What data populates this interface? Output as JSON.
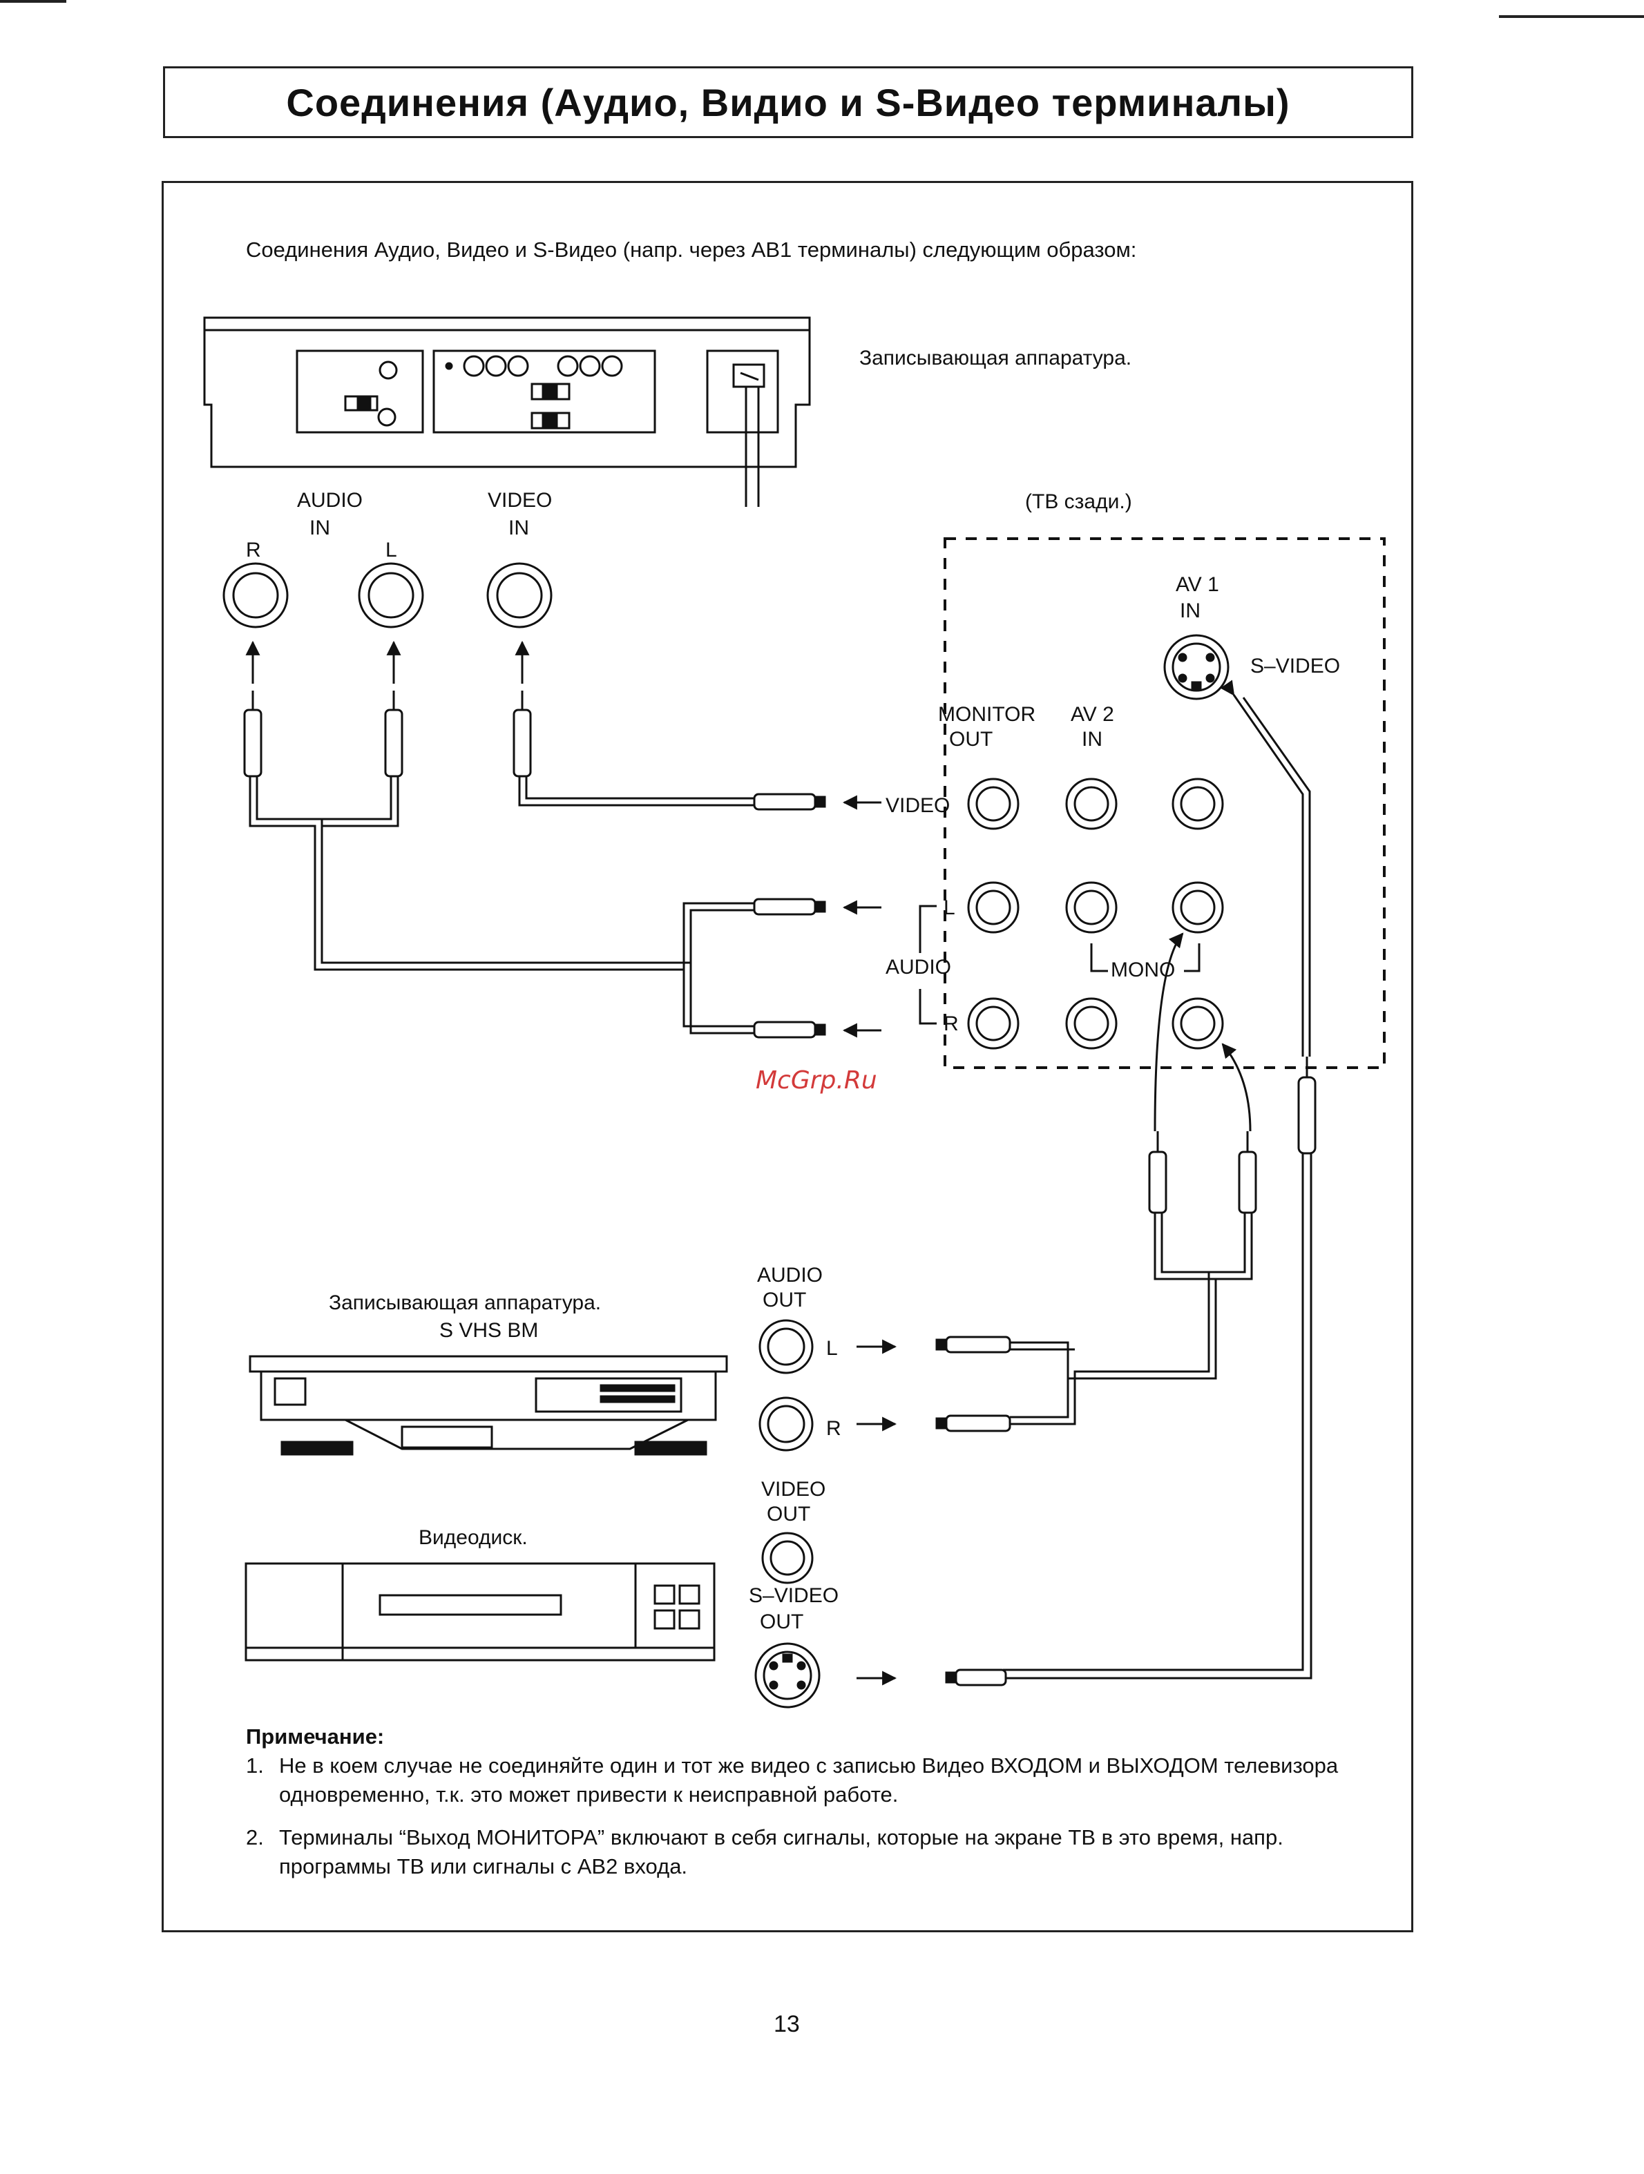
{
  "title": "Соединения (Аудио, Видио и S-Видео терминалы)",
  "intro": "Соединения Аудио, Видео и S-Видео (напр. через АВ1 терминалы) следующим образом:",
  "devices": {
    "recorder_top": "Записывающая аппаратура.",
    "recorder_vhs_line1": "Записывающая аппаратура.",
    "recorder_vhs_line2": "S VHS ВМ",
    "videodisc": "Видеодиск."
  },
  "recorder_inputs": {
    "audio_line1": "AUDIO",
    "audio_line2": "IN",
    "video_line1": "VIDEO",
    "video_line2": "IN",
    "r": "R",
    "l": "L"
  },
  "tv": {
    "rear": "(ТВ сзади.)",
    "av1_line1": "AV 1",
    "av1_line2": "IN",
    "svideo": "S–VIDEO",
    "monitor_line1": "MONITOR",
    "monitor_line2": "OUT",
    "av2_line1": "AV 2",
    "av2_line2": "IN",
    "video": "VIDEO",
    "l": "L",
    "audio": "AUDIO",
    "r": "R",
    "mono": "MONO"
  },
  "sources": {
    "audio_out_line1": "AUDIO",
    "audio_out_line2": "OUT",
    "l": "L",
    "r": "R",
    "video_out_line1": "VIDEO",
    "video_out_line2": "OUT",
    "svideo_out_line1": "S–VIDEO",
    "svideo_out_line2": "OUT"
  },
  "watermark": "McGrp.Ru",
  "notes": {
    "title": "Примечание:",
    "items": [
      {
        "num": "1.",
        "text": "Не в коем случае не соединяйте один и тот же видео с записью Видео ВХОДОМ и ВЫХОДОМ телевизора одновременно, т.к. это может привести к неисправной работе."
      },
      {
        "num": "2.",
        "text": "Терминалы “Выход МОНИТОРА” включают в себя сигналы, которые на экране ТВ в это время, напр. программы ТВ или сигналы с АВ2 входа."
      }
    ]
  },
  "page_number": "13"
}
